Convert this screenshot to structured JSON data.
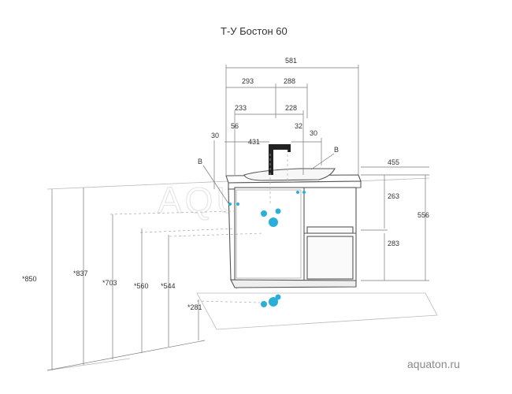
{
  "title": "Т-У Бостон 60",
  "watermark": "AQUATON",
  "website": "aquaton.ru",
  "colors": {
    "line": "#555555",
    "dim_line": "#777777",
    "accent": "#2ab0d8",
    "floor": "#bbbbbb"
  },
  "dimensions": {
    "top_581": "581",
    "top_293": "293",
    "top_288": "288",
    "top_233": "233",
    "top_228": "228",
    "top_56": "56",
    "top_32": "32",
    "top_431": "431",
    "left_30": "30",
    "right_30": "30",
    "depth_455": "455",
    "right_263": "263",
    "right_283": "283",
    "right_556": "556",
    "h_850": "*850",
    "h_837": "*837",
    "h_703": "*703",
    "h_560": "*560",
    "h_544": "*544",
    "h_281": "*281"
  },
  "markers": {
    "left_b": "B",
    "right_b": "B"
  }
}
